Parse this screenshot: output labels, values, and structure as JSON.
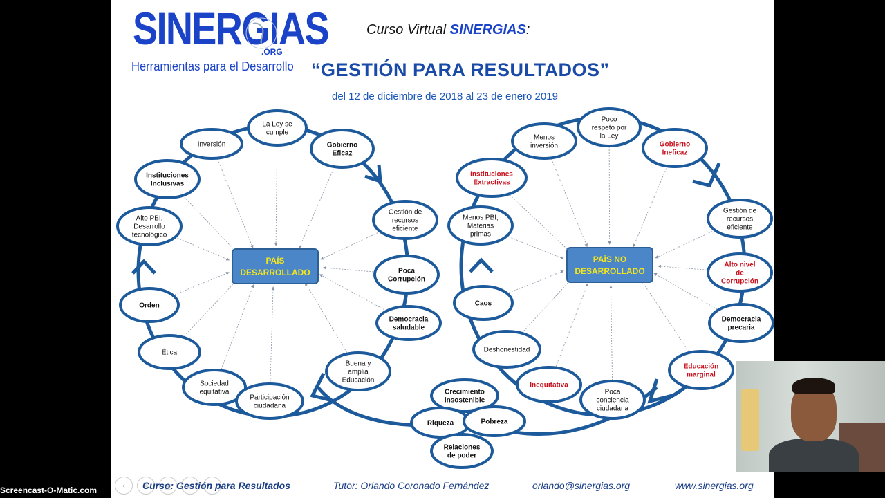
{
  "header": {
    "logo_text": "SINERGIAS",
    "logo_org": ".ORG",
    "logo_subtitle": "Herramientas para el Desarrollo",
    "course_prefix": "Curso Virtual ",
    "course_brand": "SINERGIAS",
    "course_suffix": ":",
    "title": "“GESTIÓN PARA RESULTADOS”",
    "dates": "del 12 de diciembre de 2018 al 23 de enero 2019"
  },
  "left_cycle": {
    "center": [
      "PAÍS",
      "DESARROLLADO"
    ],
    "nodes": [
      {
        "lines": [
          "La Ley se",
          "cumple"
        ]
      },
      {
        "lines": [
          "Inversión"
        ]
      },
      {
        "lines": [
          "Gobierno",
          "Eficaz"
        ],
        "bold": true
      },
      {
        "lines": [
          "Instituciones",
          "Inclusivas"
        ],
        "bold": true
      },
      {
        "lines": [
          "Gestión de",
          "recursos",
          "eficiente"
        ]
      },
      {
        "lines": [
          "Alto PBI,",
          "Desarrollo",
          "tecnológico"
        ]
      },
      {
        "lines": [
          "Poca",
          "Corrupción"
        ],
        "bold": true
      },
      {
        "lines": [
          "Orden"
        ],
        "bold": true
      },
      {
        "lines": [
          "Democracia",
          "saludable"
        ],
        "bold": true
      },
      {
        "lines": [
          "Ética"
        ]
      },
      {
        "lines": [
          "Buena y",
          "amplia",
          "Educación"
        ]
      },
      {
        "lines": [
          "Sociedad",
          "equitativa"
        ]
      },
      {
        "lines": [
          "Participación",
          "ciudadana"
        ]
      }
    ]
  },
  "right_cycle": {
    "center": [
      "PAÍS NO",
      "DESARROLLADO"
    ],
    "nodes": [
      {
        "lines": [
          "Poco",
          "respeto por",
          "la Ley"
        ]
      },
      {
        "lines": [
          "Menos",
          "inversión"
        ]
      },
      {
        "lines": [
          "Gobierno",
          "Ineficaz"
        ],
        "red": true
      },
      {
        "lines": [
          "Instituciones",
          "Extractivas"
        ],
        "red": true
      },
      {
        "lines": [
          "Gestión de",
          "recursos",
          "eficiente"
        ]
      },
      {
        "lines": [
          "Menos PBI,",
          "Materias",
          "primas"
        ]
      },
      {
        "lines": [
          "Alto nivel",
          "de",
          "Corrupción"
        ],
        "red": true
      },
      {
        "lines": [
          "Caos"
        ],
        "bold": true
      },
      {
        "lines": [
          "Democracia",
          "precaria"
        ],
        "bold": true
      },
      {
        "lines": [
          "Deshonestidad"
        ]
      },
      {
        "lines": [
          "Educación",
          "marginal"
        ],
        "red": true
      },
      {
        "lines": [
          "Inequitativa"
        ],
        "red": true
      },
      {
        "lines": [
          "Poca",
          "conciencia",
          "ciudadana"
        ]
      }
    ]
  },
  "bottom_cluster": [
    {
      "lines": [
        "Crecimiento",
        "insostenible"
      ]
    },
    {
      "lines": [
        "Riqueza"
      ]
    },
    {
      "lines": [
        "Pobreza"
      ]
    },
    {
      "lines": [
        "Relaciones",
        "de poder"
      ]
    }
  ],
  "footer": {
    "course_label": "Curso: ",
    "course_name": "Gestión para Resultados",
    "tutor": "Tutor: Orlando Coronado Fernández",
    "email": "orlando@sinergias.org",
    "website": "www.sinergias.org"
  },
  "watermark": "Screencast-O-Matic.com",
  "colors": {
    "accent": "#1a43c8",
    "node_stroke": "#1c5a9b",
    "center_fill": "#4a86c8",
    "center_text": "#f5e51b",
    "red_text": "#c8101c"
  }
}
